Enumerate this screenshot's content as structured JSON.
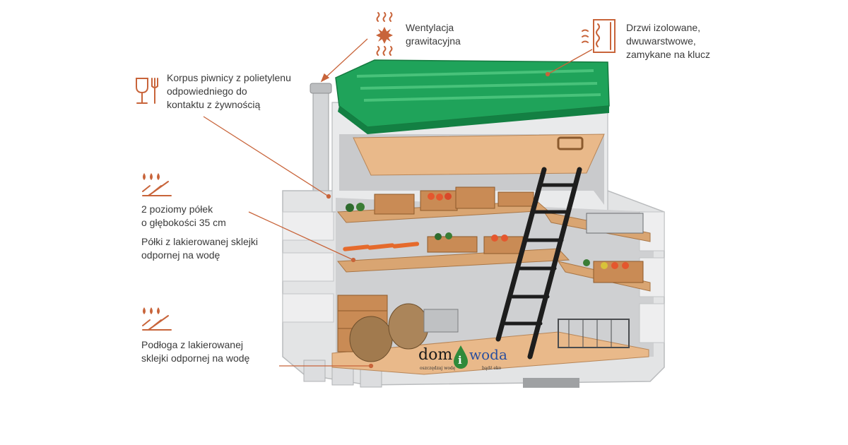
{
  "labels": {
    "ventilation": [
      "Wentylacja",
      "grawitacyjna"
    ],
    "door": [
      "Drzwi izolowane,",
      "dwuwarstwowe,",
      "zamykane na klucz"
    ],
    "body": [
      "Korpus piwnicy z polietylenu",
      "odpowiedniego do",
      "kontaktu z żywnością"
    ],
    "shelves_levels": [
      "2 poziomy półek",
      "o głębokości 35 cm"
    ],
    "shelves_material": [
      "Półki z lakierowanej sklejki",
      "odpornej na wodę"
    ],
    "floor": [
      "Podłoga z lakierowanej",
      "sklejki odpornej na wodę"
    ]
  },
  "logo": {
    "dom": "dom",
    "woda": "woda",
    "i": "i",
    "tagline_left": "oszczędzaj wodę",
    "tagline_right": "bądź eko"
  },
  "icons": {
    "ventilation": "fan-heat-icon",
    "door": "insulated-door-icon",
    "body": "food-safe-glass-fork-icon",
    "shelves": "water-resistant-icon",
    "floor": "water-resistant-icon"
  },
  "colors": {
    "accent": "#c8643a",
    "lid": "#1fa35a",
    "wood": "#e9b98a",
    "body": "#e3e4e5",
    "text": "#3a3a3a"
  }
}
